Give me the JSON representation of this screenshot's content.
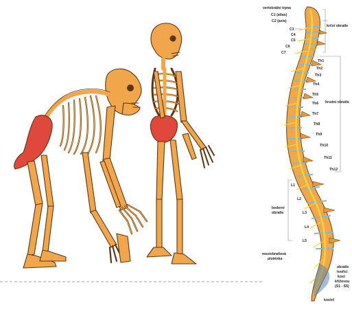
{
  "colors": {
    "bone": "#f2a64b",
    "bone_stroke": "#5a3512",
    "pelvis": "#e0483c",
    "disc": "#8fb6c6",
    "nerve": "#f3d23c",
    "dash": "#9aa3ad"
  },
  "spine_labels": {
    "vertebral_canal": "vertebrální trpna",
    "c1": "C1 (atlas)",
    "c2": "C2 (axis)",
    "c3": "C3",
    "c4": "C4",
    "c5": "C5",
    "c6": "C6",
    "c7": "C7",
    "cervical": "krční obratle",
    "th1": "Th1",
    "th2": "Th2",
    "th3": "Th3",
    "th4": "Th4",
    "th5": "Th5",
    "th6": "Th6",
    "th7": "Th7",
    "th8": "Th8",
    "th9": "Th9",
    "th10": "Th10",
    "th11": "Th11",
    "th12": "Th12",
    "thoracic": "hrudní obratle",
    "l1": "L1",
    "l2": "L2",
    "l3": "L3",
    "l4": "L4",
    "l5": "L5",
    "lumbar_1": "bederní",
    "lumbar_2": "obratle",
    "disc_1": "meziobratlová",
    "disc_2": "ploténka",
    "sacral_1": "obratle",
    "sacral_2": "tvořící",
    "sacral_3": "kost",
    "sacral_4": "křížovou",
    "sacral_5": "(S1 - S5)",
    "coccyx": "kostrč"
  }
}
